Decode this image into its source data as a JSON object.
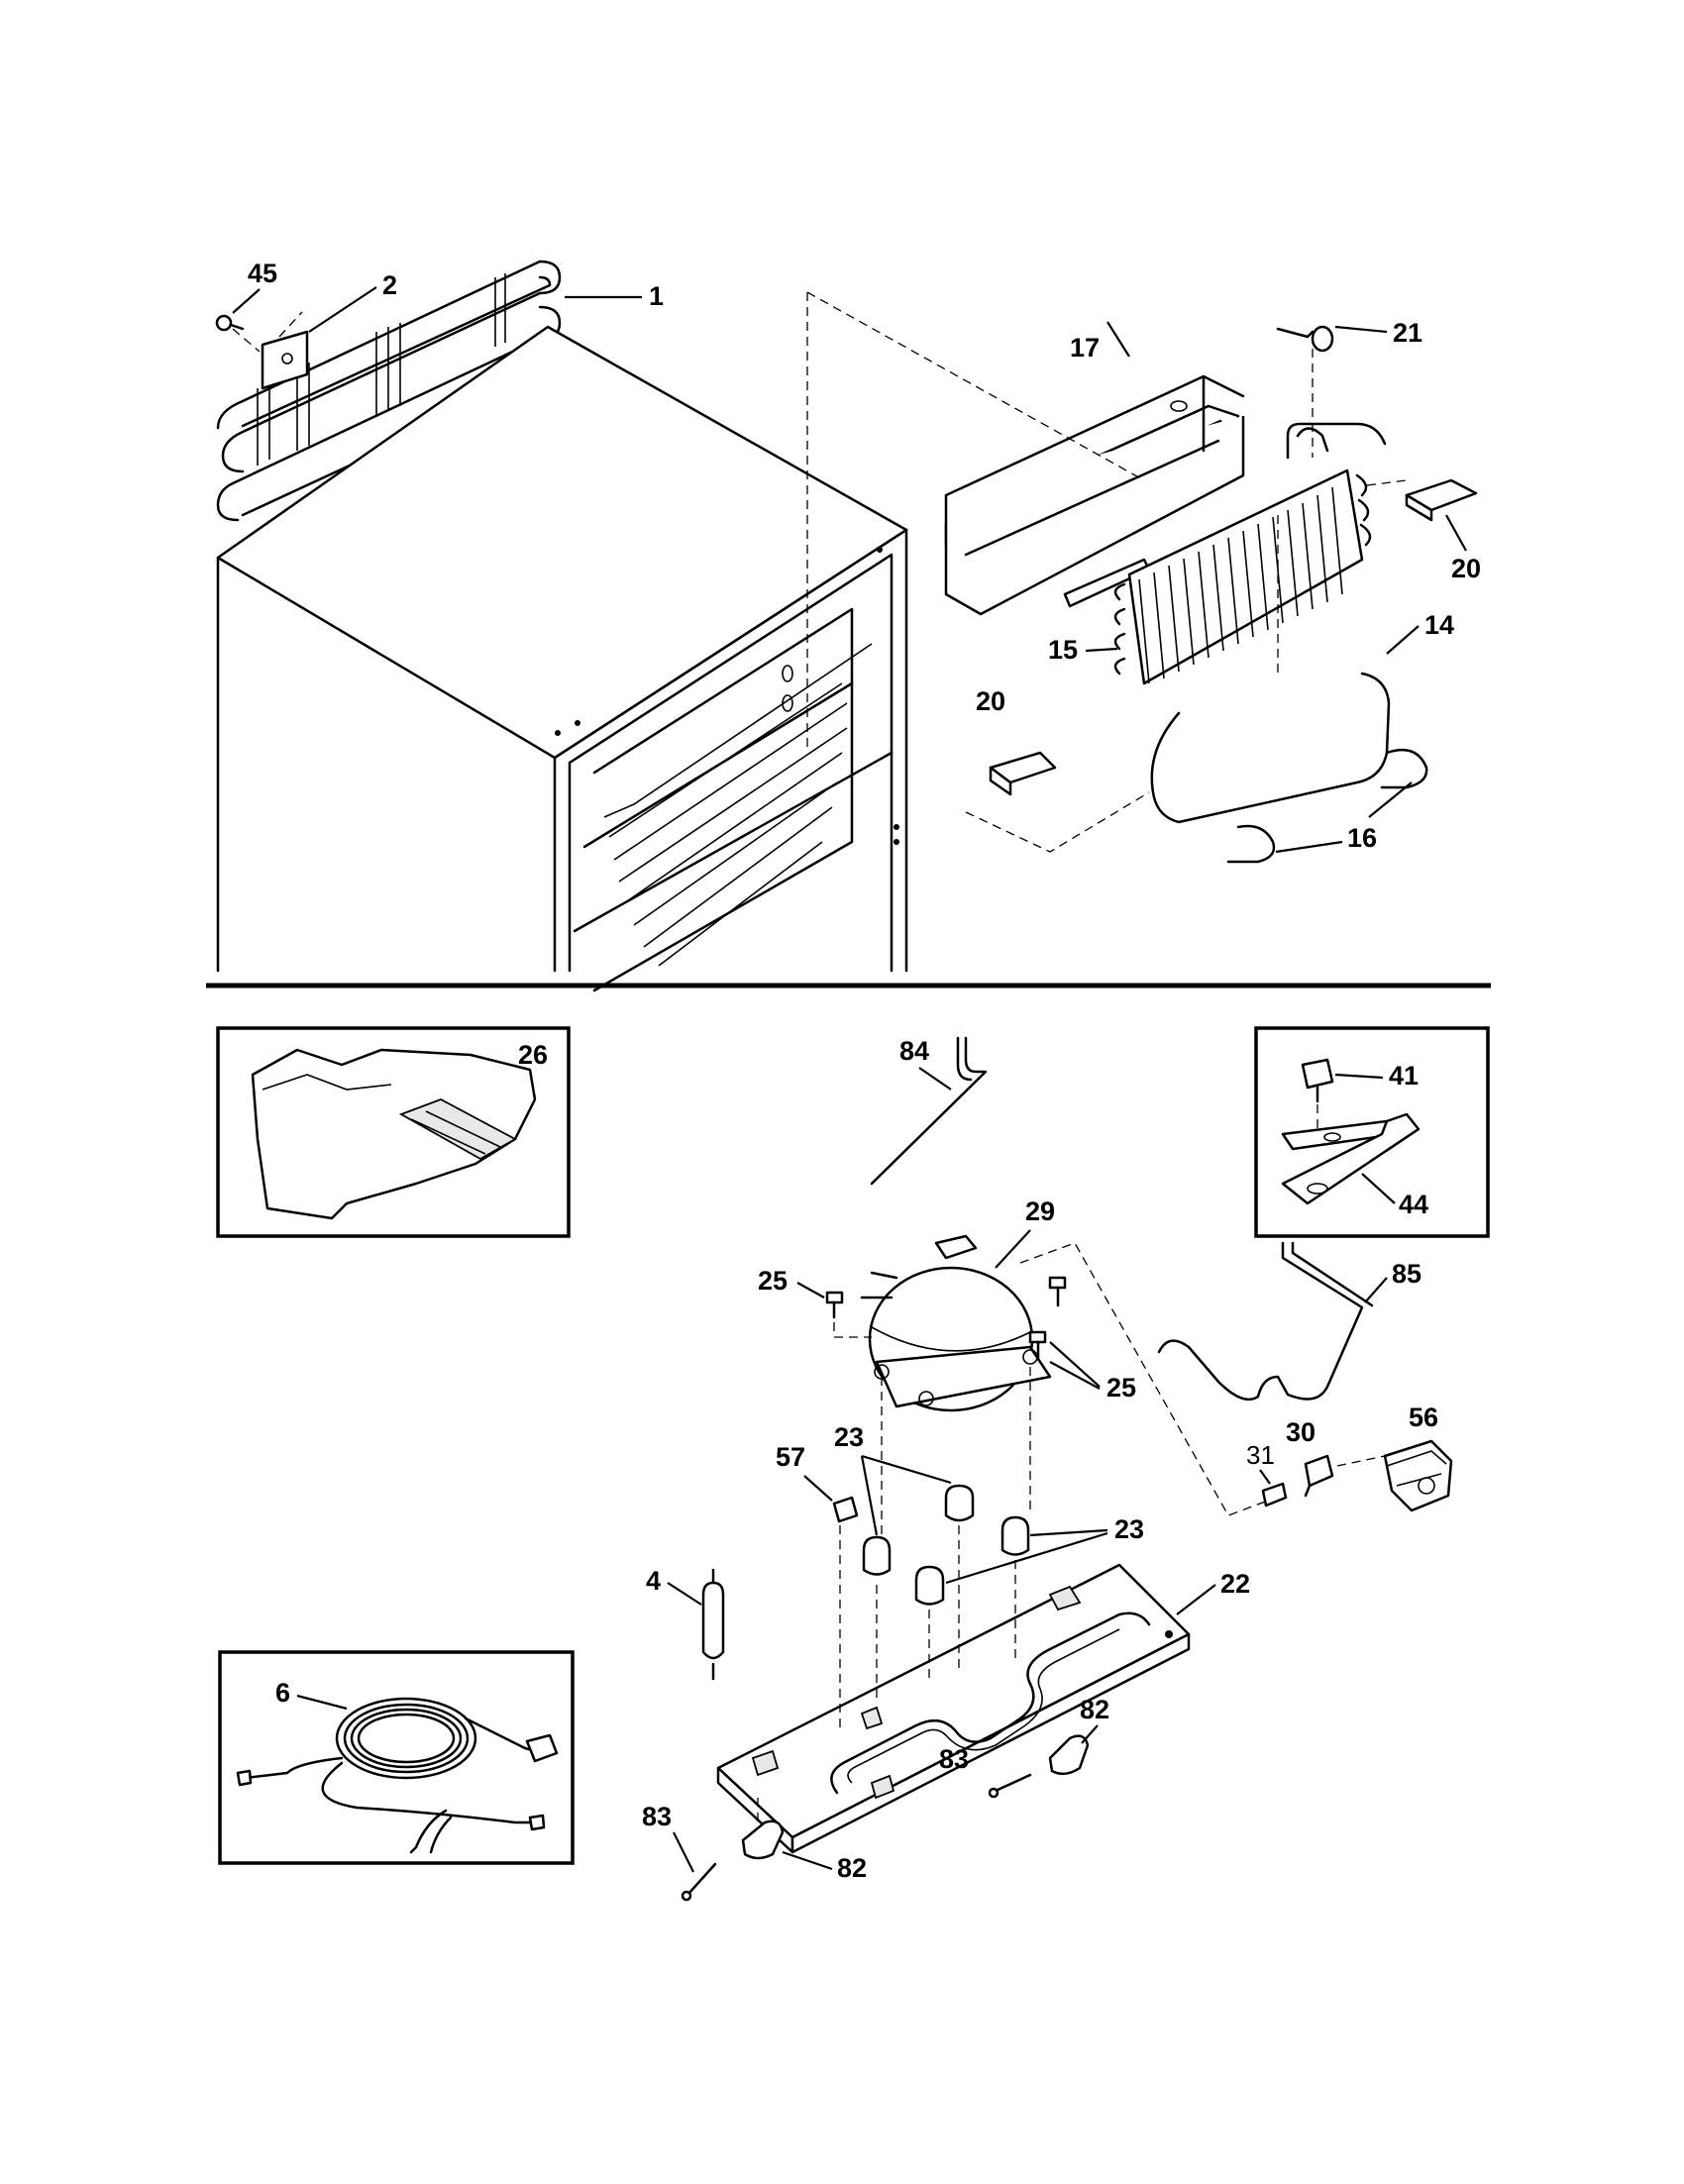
{
  "labels": {
    "p1": "1",
    "p2": "2",
    "p4": "4",
    "p6": "6",
    "p14": "14",
    "p15": "15",
    "p16": "16",
    "p17": "17",
    "p20a": "20",
    "p20b": "20",
    "p21": "21",
    "p22": "22",
    "p23a": "23",
    "p23b": "23",
    "p25a": "25",
    "p25b": "25",
    "p26": "26",
    "p29": "29",
    "p30": "30",
    "p31": "31",
    "p41": "41",
    "p44": "44",
    "p45": "45",
    "p56": "56",
    "p57": "57",
    "p82a": "82",
    "p82b": "82",
    "p83a": "83",
    "p83b": "83",
    "p84": "84",
    "p85": "85"
  },
  "colors": {
    "ink": "#000000",
    "paper": "#ffffff",
    "shade": "#e8e8e8"
  }
}
